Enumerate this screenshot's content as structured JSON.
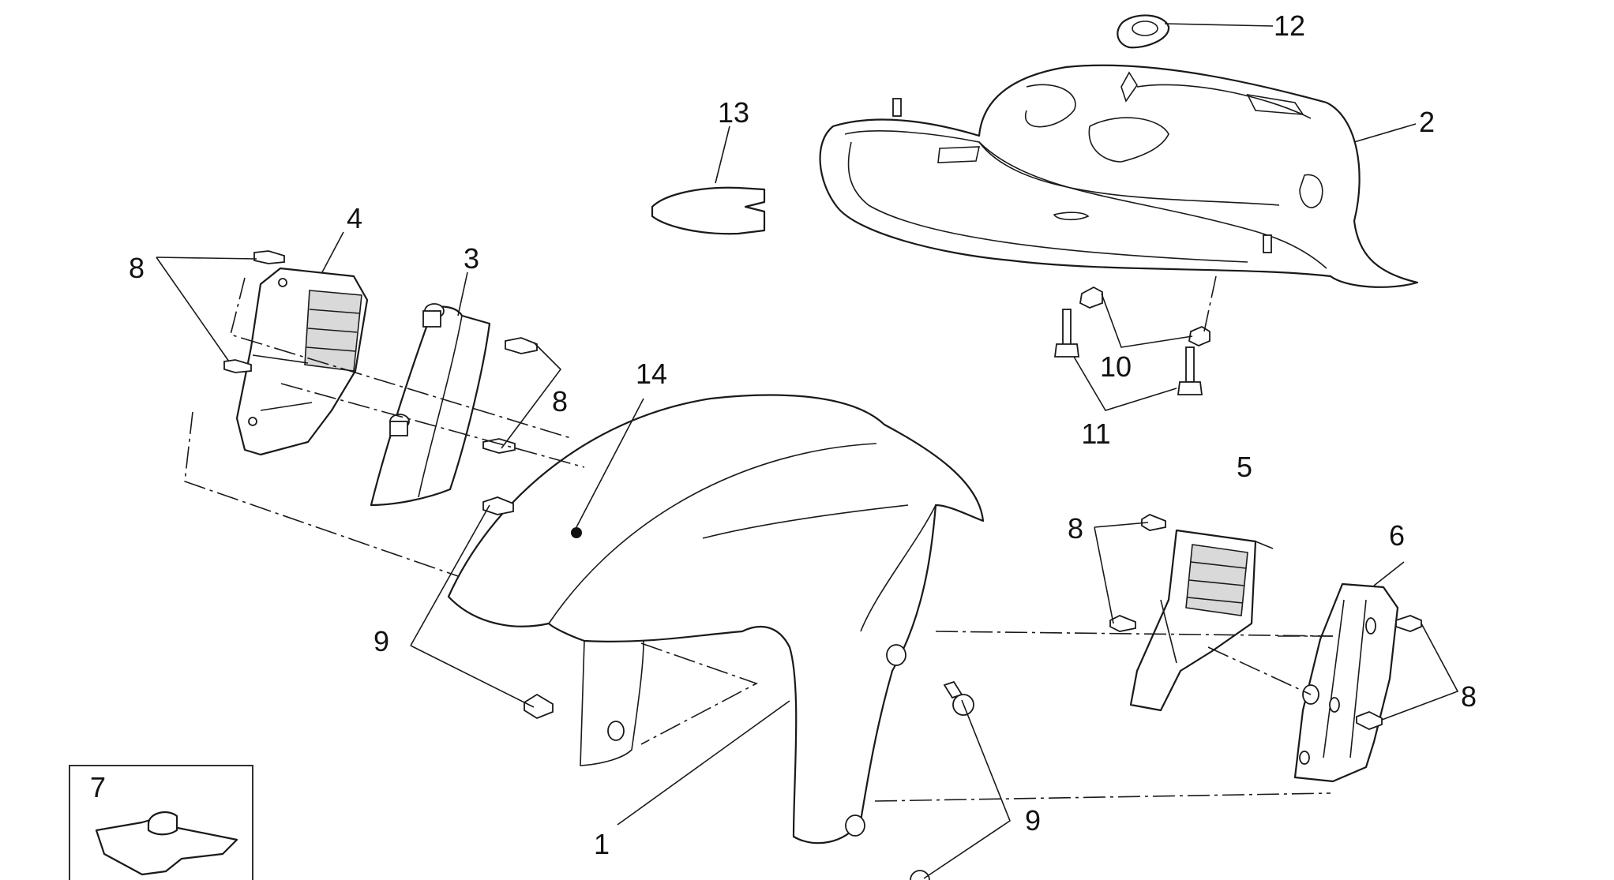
{
  "callouts": [
    "1",
    "2",
    "3",
    "4",
    "5",
    "6",
    "7",
    "8",
    "9",
    "10",
    "11",
    "12",
    "13",
    "14"
  ],
  "colors": {
    "line": "#1a1a1a",
    "background": "#ffffff",
    "shade": "#d9d9d9"
  }
}
